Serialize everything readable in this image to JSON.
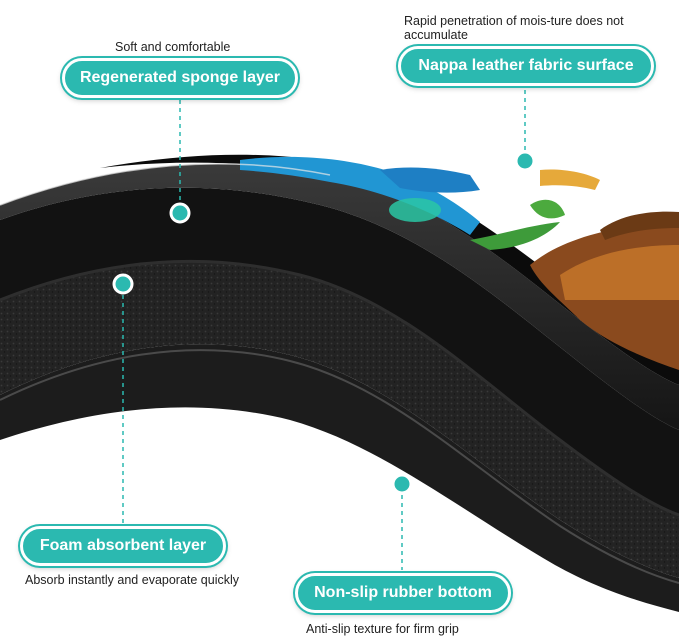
{
  "colors": {
    "accent": "#2bb9b0",
    "mat_black": "#1a1a1a",
    "background": "#ffffff"
  },
  "labels": {
    "sponge": {
      "caption": "Soft and comfortable",
      "title": "Regenerated sponge layer"
    },
    "leather": {
      "caption": "Rapid penetration of mois-ture does not accumulate",
      "title": "Nappa leather fabric surface"
    },
    "foam": {
      "title": "Foam absorbent layer",
      "caption": "Absorb instantly and evaporate quickly"
    },
    "rubber": {
      "title": "Non-slip rubber bottom",
      "caption": "Anti-slip texture for firm grip"
    }
  }
}
